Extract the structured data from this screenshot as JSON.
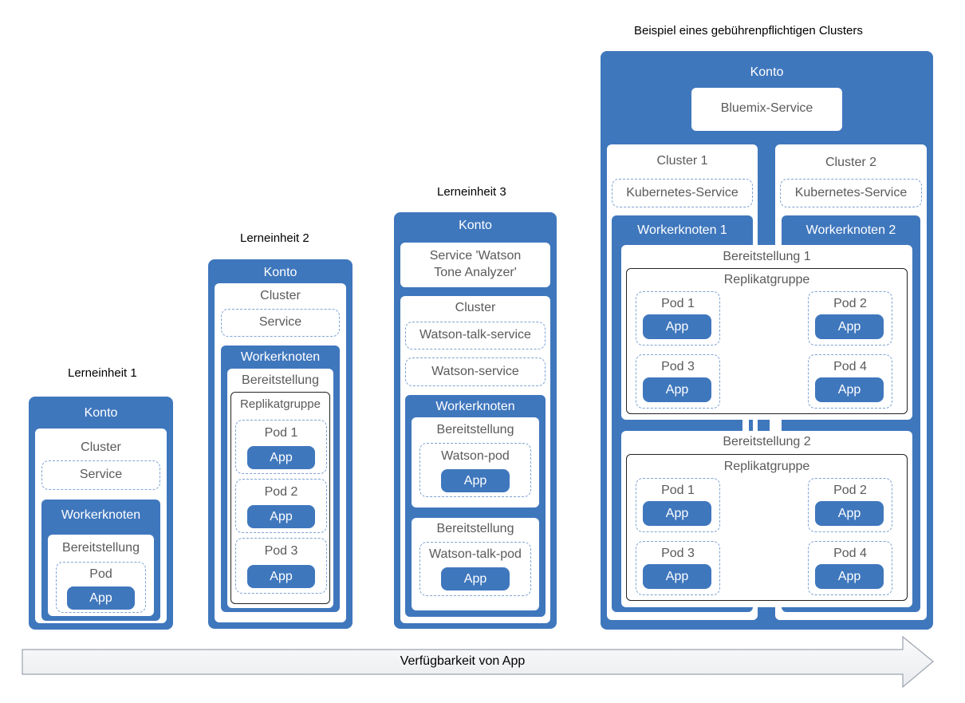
{
  "labels": {
    "konto": "Konto",
    "cluster": "Cluster",
    "service": "Service",
    "workerknoten": "Workerknoten",
    "bereitstellung": "Bereitstellung",
    "pod": "Pod",
    "app": "App",
    "replikatgruppe": "Replikatgruppe",
    "pod1": "Pod 1",
    "pod2": "Pod 2",
    "pod3": "Pod 3",
    "pod4": "Pod 4"
  },
  "lesson1": {
    "title": "Lerneinheit 1"
  },
  "lesson2": {
    "title": "Lerneinheit 2"
  },
  "lesson3": {
    "title": "Lerneinheit 3",
    "tone_analyzer_line1": "Service 'Watson",
    "tone_analyzer_line2": "Tone Analyzer'",
    "watson_talk_service": "Watson-talk-service",
    "watson_service": "Watson-service",
    "watson_pod": "Watson-pod",
    "watson_talk_pod": "Watson-talk-pod"
  },
  "paid": {
    "title": "Beispiel eines gebührenpflichtigen Clusters",
    "bluemix_service": "Bluemix-Service",
    "cluster1": "Cluster 1",
    "cluster2": "Cluster 2",
    "kubernetes_service": "Kubernetes-Service",
    "worker1": "Workerknoten 1",
    "worker2": "Workerknoten 2",
    "deployment1": "Bereitstellung 1",
    "deployment2": "Bereitstellung 2"
  },
  "arrow": {
    "label": "Verfügbarkeit von App"
  },
  "colors": {
    "primary_blue": "#3f77bd",
    "dashed_border": "#7ea3d4",
    "arrow_fill": "#f4f5f7"
  }
}
